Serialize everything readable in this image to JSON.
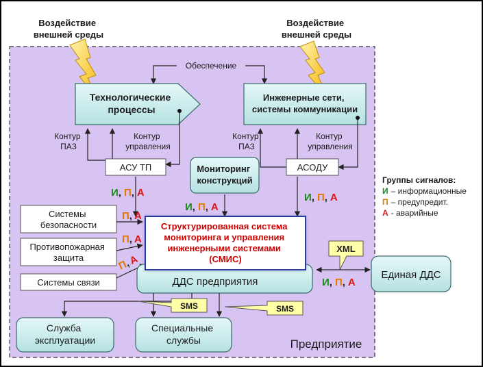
{
  "external_left": [
    "Воздействие",
    "внешней среды"
  ],
  "external_right": [
    "Воздействие",
    "внешней среды"
  ],
  "provision": "Обеспечение",
  "tech_processes": [
    "Технологические",
    "процессы"
  ],
  "eng_networks": [
    "Инженерные сети,",
    "системы коммуникации"
  ],
  "left_paz": [
    "Контур",
    "ПАЗ"
  ],
  "left_control": [
    "Контур",
    "управления"
  ],
  "right_paz": [
    "Контур",
    "ПАЗ"
  ],
  "right_control": [
    "Контур",
    "управления"
  ],
  "asutp": "АСУ ТП",
  "asodu": "АСОДУ",
  "monitoring": [
    "Мониторинг",
    "конструкций"
  ],
  "signal_letters": {
    "info": "И",
    "warn": "П",
    "alarm": "А",
    "sep": ","
  },
  "legend": {
    "title": "Группы сигналов:",
    "info": "– информационные",
    "warn": "– предупредит.",
    "alarm": "- аварийные"
  },
  "security": [
    "Системы",
    "безопасности"
  ],
  "fire": [
    "Противопожарная",
    "защита"
  ],
  "comms": "Системы связи",
  "smis": [
    "Структурированная система",
    "мониторинга и управления",
    "инженерными системами",
    "(СМИС)"
  ],
  "dds_enterprise": "ДДС предприятия",
  "xml": "XML",
  "unified_dds": "Единая ДДС",
  "sms_left": "SMS",
  "sms_right": "SMS",
  "operations": [
    "Служба",
    "эксплуатации"
  ],
  "special": [
    "Специальные",
    "службы"
  ],
  "enterprise": "Предприятие",
  "colors": {
    "info": "#1a8a1a",
    "warn": "#e07800",
    "alarm": "#d81818",
    "smis_text": "#cc0000",
    "enterprise_bg": "#d8c4f2",
    "teal_box": "#c8ecec",
    "callout": "#ffffa8",
    "bolt": "#ffd23a"
  }
}
